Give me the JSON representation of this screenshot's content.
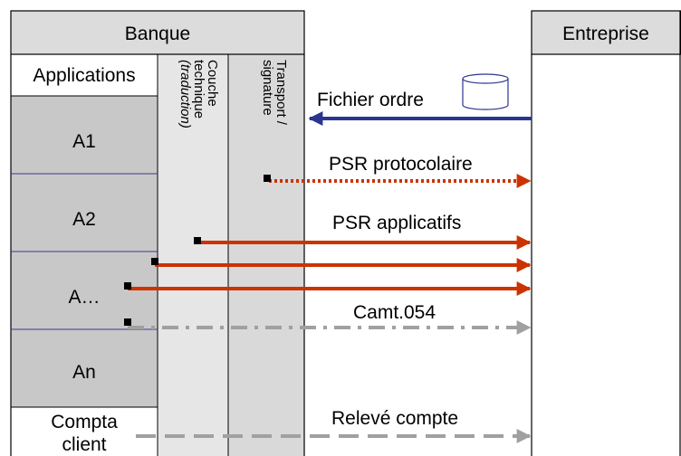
{
  "headers": {
    "bank": "Banque",
    "company": "Entreprise"
  },
  "columns": {
    "applications": "Applications",
    "technical_layer": {
      "line1": "Couche",
      "line2": "technique",
      "line3": "(traduction)"
    },
    "transport": {
      "line1": "Transport /",
      "line2": "signature"
    }
  },
  "applications": [
    "A1",
    "A2",
    "A…",
    "An"
  ],
  "accounting": {
    "line1": "Compta",
    "line2": "client"
  },
  "flows": {
    "order_file": "Fichier ordre",
    "psr_protocol": "PSR protocolaire",
    "psr_application": "PSR applicatifs",
    "camt": "Camt.054",
    "statement": "Relevé compte"
  },
  "colors": {
    "app_fill": "#c8c8c8",
    "tech_fill": "#e6e6e6",
    "transport_fill": "#d9d9d9",
    "header_fill": "#dcdcdc",
    "separator": "#3a3a8c",
    "order_arrow": "#2b3590",
    "psr_arrow": "#cc3300",
    "grey_arrow": "#a0a0a0"
  },
  "icons": {
    "order_file": "database-cylinder-icon"
  }
}
